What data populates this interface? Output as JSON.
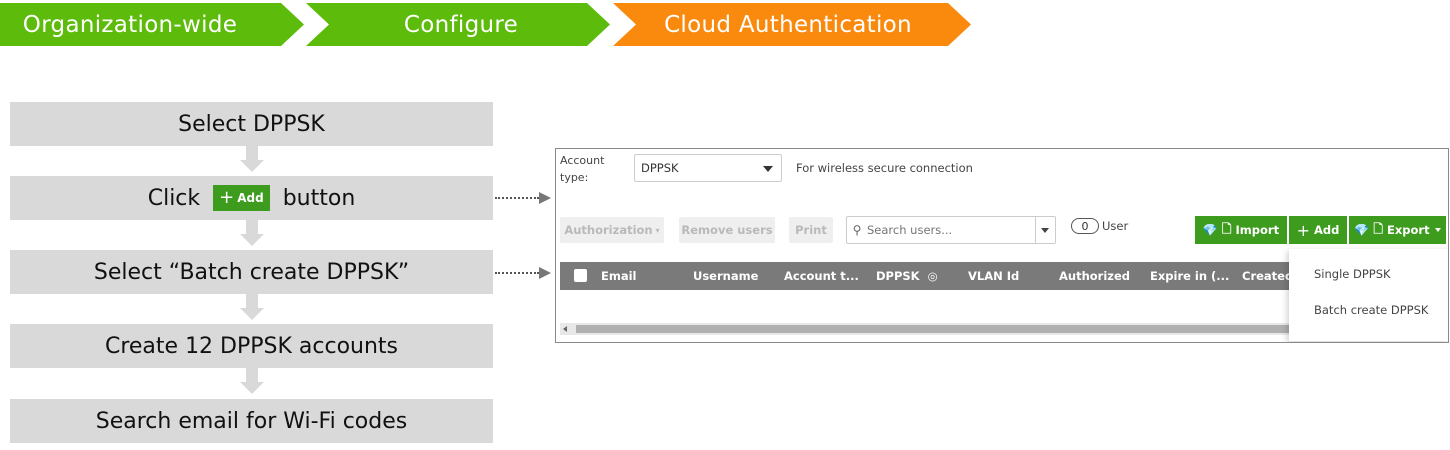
{
  "breadcrumb": [
    "Organization-wide",
    "Configure",
    "Cloud Authentication"
  ],
  "colors": {
    "breadcrumb_green": "#5dbb0b",
    "breadcrumb_orange": "#fa8a0e",
    "step_gray": "#d9d9d9",
    "button_green": "#3d9b1e"
  },
  "steps": {
    "s1": "Select DPPSK",
    "s2_prefix": "Click",
    "s2_add": "Add",
    "s2_suffix": "button",
    "s3": "Select “Batch create DPPSK”",
    "s4": "Create 12 DPPSK accounts",
    "s5": "Search email for Wi-Fi codes"
  },
  "panel": {
    "account_type_label": "Account type:",
    "account_type_value": "DPPSK",
    "account_type_desc": "For wireless secure connection",
    "toolbar": {
      "authorization": "Authorization",
      "remove_users": "Remove users",
      "print": "Print",
      "search_placeholder": "Search users...",
      "user_count": "0",
      "user_label": "User",
      "import": "Import",
      "add": "Add",
      "export": "Export"
    },
    "table_headers": [
      "Email",
      "Username",
      "Account t...",
      "DPPSK",
      "VLAN Id",
      "Authorized",
      "Expire in (...",
      "Created"
    ],
    "dropdown": [
      "Single DPPSK",
      "Batch create DPPSK"
    ]
  }
}
